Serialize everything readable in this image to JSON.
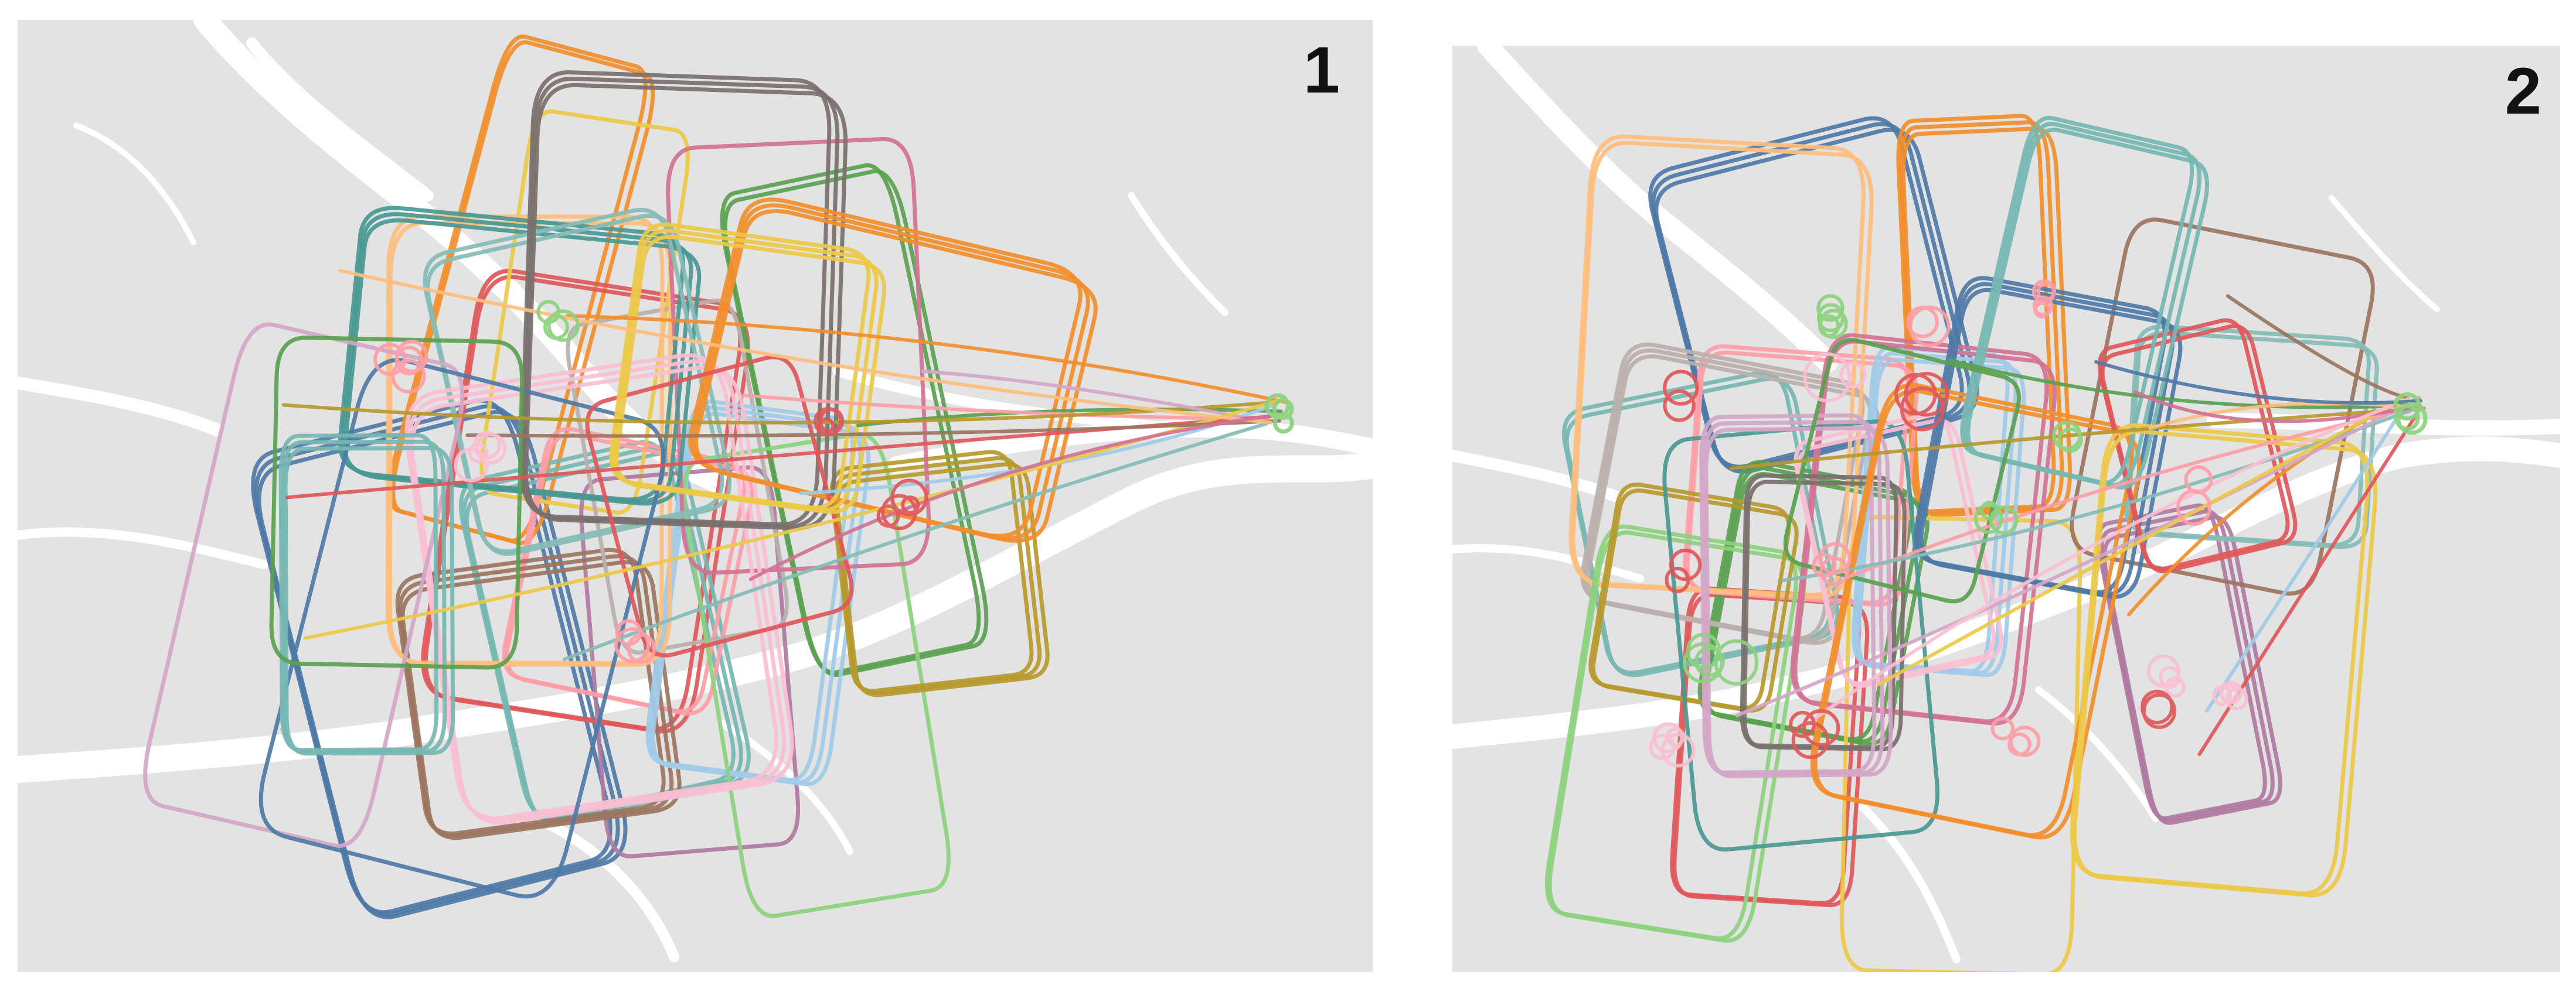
{
  "panels": [
    {
      "id": "1",
      "label": "1"
    },
    {
      "id": "2",
      "label": "2"
    }
  ],
  "colors": {
    "background": "#e3e3e3",
    "river": "#ffffff",
    "label": "#111111",
    "track_palette": [
      "#4e79a7",
      "#f28e2b",
      "#e15759",
      "#76b7b2",
      "#59a14f",
      "#edc948",
      "#b07aa1",
      "#ff9da7",
      "#9c755f",
      "#bab0ac",
      "#a0cbe8",
      "#ffbe7d",
      "#8cd17d",
      "#b6992d",
      "#d37295",
      "#499894",
      "#86bcb6",
      "#fabfd2",
      "#79706e",
      "#d4a6c8"
    ]
  }
}
